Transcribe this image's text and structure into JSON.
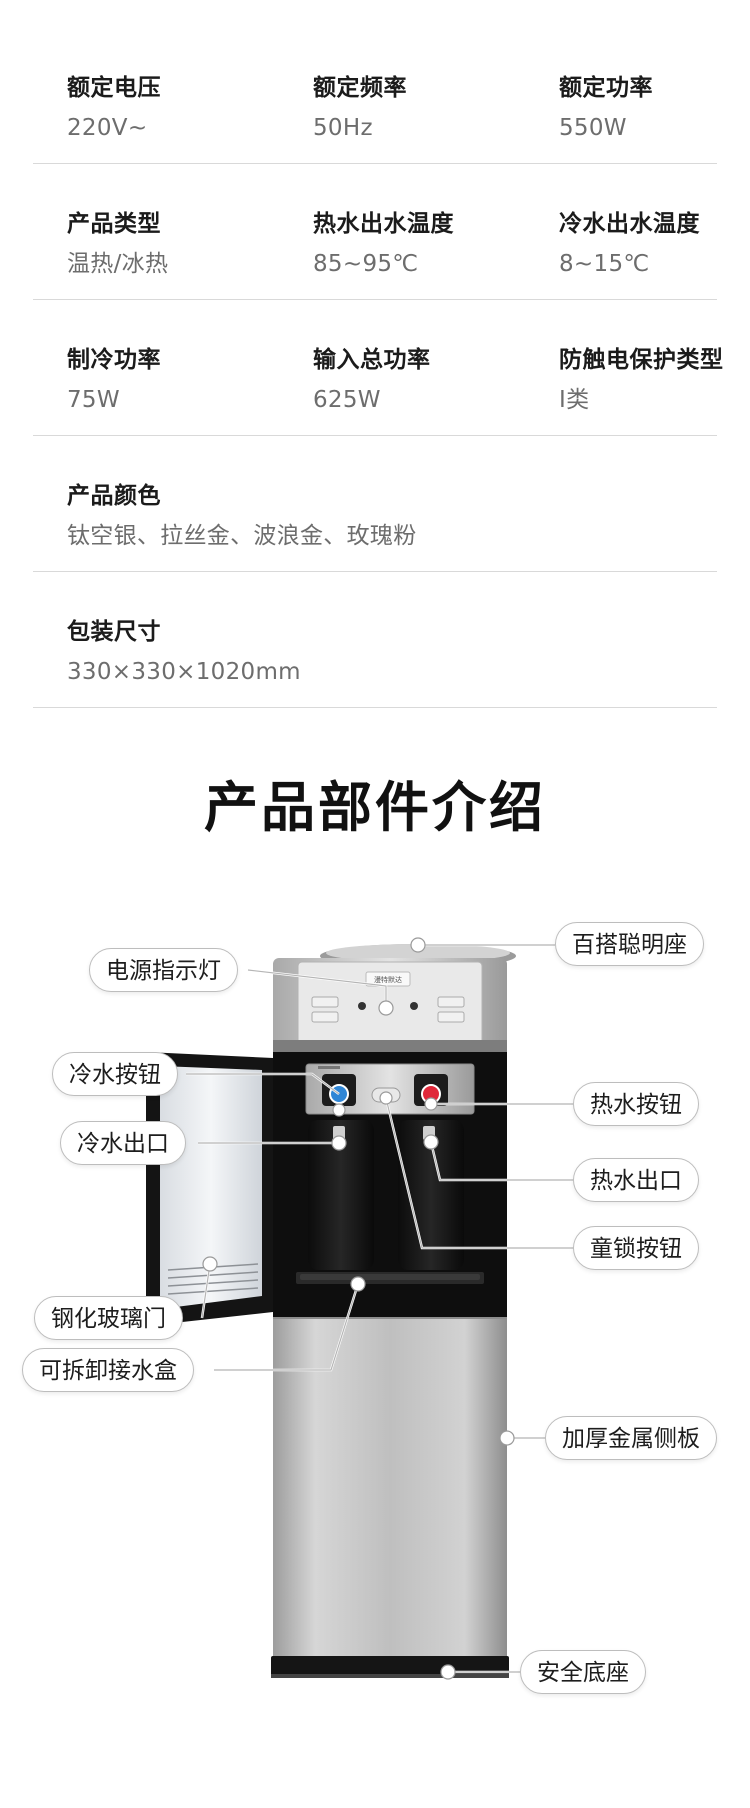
{
  "specs": {
    "rows": [
      [
        {
          "label": "额定电压",
          "value": "220V~"
        },
        {
          "label": "额定频率",
          "value": "50Hz"
        },
        {
          "label": "额定功率",
          "value": "550W"
        }
      ],
      [
        {
          "label": "产品类型",
          "value": "温热/冰热"
        },
        {
          "label": "热水出水温度",
          "value": "85~95℃"
        },
        {
          "label": "冷水出水温度",
          "value": "8~15℃"
        }
      ],
      [
        {
          "label": "制冷功率",
          "value": "75W"
        },
        {
          "label": "输入总功率",
          "value": "625W"
        },
        {
          "label": "防触电保护类型",
          "value": "Ⅰ类"
        }
      ],
      [
        {
          "label": "产品颜色",
          "value": "钛空银、拉丝金、波浪金、玫瑰粉"
        }
      ],
      [
        {
          "label": "包装尺寸",
          "value": "330×330×1020mm"
        }
      ]
    ]
  },
  "section": {
    "title": "产品部件介绍"
  },
  "parts": {
    "seat": "百搭聪明座",
    "power_light": "电源指示灯",
    "cold_button": "冷水按钮",
    "hot_button": "热水按钮",
    "cold_outlet": "冷水出口",
    "hot_outlet": "热水出口",
    "child_lock": "童锁按钮",
    "glass_door": "钢化玻璃门",
    "drip_tray": "可拆卸接水盒",
    "side_panel": "加厚金属侧板",
    "base": "安全底座"
  },
  "brand_text": "漫特默达",
  "colors": {
    "hot_red": "#e0283a",
    "cold_blue": "#2f86d6",
    "silver": "#bcbcbc",
    "cabinet_black": "#111111"
  }
}
